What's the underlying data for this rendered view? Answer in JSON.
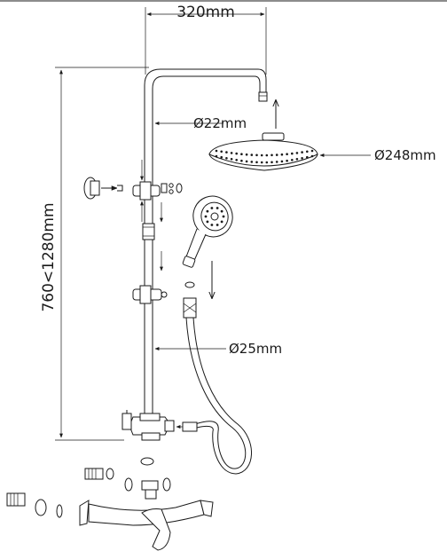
{
  "dimensions": {
    "top_width": "320mm",
    "upper_pipe_diameter": "Ø22mm",
    "head_diameter": "Ø248mm",
    "height_range": "760<1280mm",
    "lower_pipe_diameter": "Ø25mm"
  }
}
